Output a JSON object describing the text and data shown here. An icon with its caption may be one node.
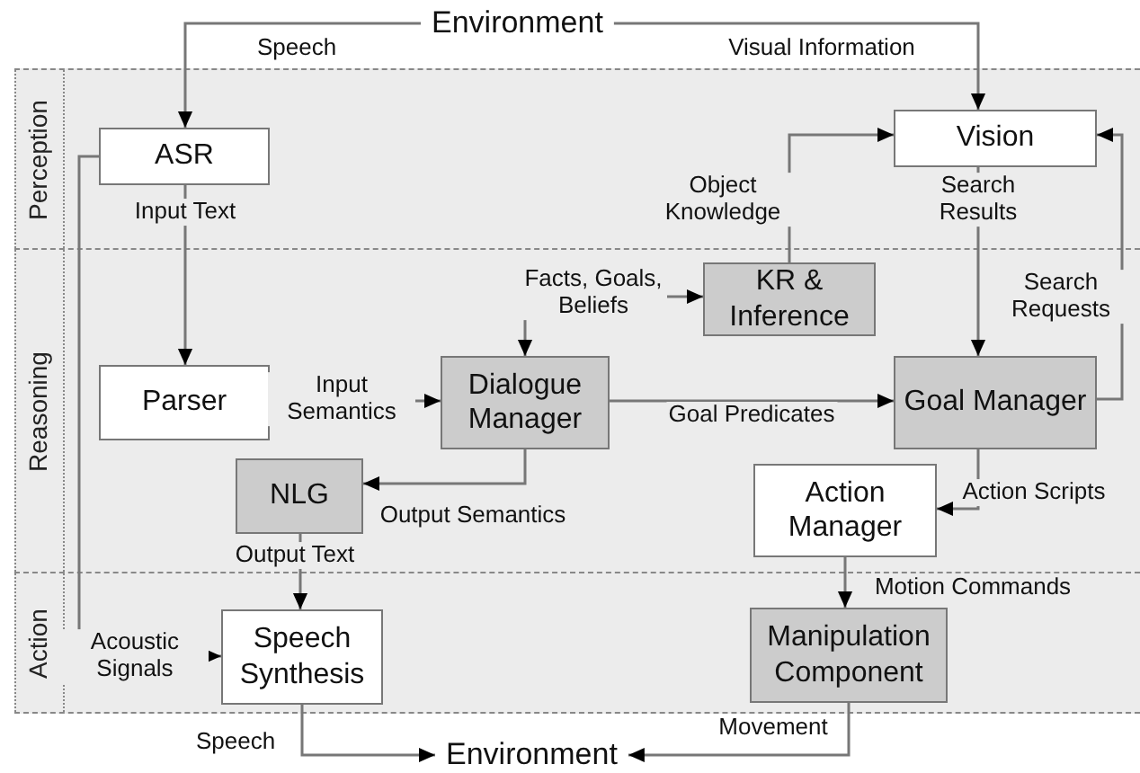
{
  "diagram": {
    "nodes": [
      {
        "text": [
          "Environment"
        ]
      },
      {
        "text": [
          "Perception"
        ]
      },
      {
        "text": [
          "ASR"
        ],
        "in": 1
      },
      {
        "text": [
          "Vision"
        ],
        "in": 1
      },
      {
        "text": [
          "Reasoning"
        ]
      },
      {
        "text": [
          "KR & Inference"
        ],
        "in": 4
      },
      {
        "text": [
          "Parser"
        ],
        "in": 4
      },
      {
        "text": [
          "Dialogue Manager"
        ],
        "in": 4
      },
      {
        "text": [
          "Goal Manager"
        ],
        "in": 4
      },
      {
        "text": [
          "NLG"
        ],
        "in": 4
      },
      {
        "text": [
          "Action Manager"
        ],
        "in": 4
      },
      {
        "text": [
          "Action"
        ]
      },
      {
        "text": [
          "Speech Synthesis"
        ],
        "in": 11
      },
      {
        "text": [
          "Manipulation Component"
        ],
        "in": 11
      },
      {
        "text": [
          "Environment"
        ]
      }
    ],
    "edges": [
      {
        "from": 0,
        "to": 2,
        "arrow": "to",
        "label": "Speech"
      },
      {
        "from": 0,
        "to": 3,
        "arrow": "to",
        "label": "Visual Information"
      },
      {
        "from": 2,
        "to": 6,
        "arrow": "to",
        "label": "Input Text"
      },
      {
        "from": 2,
        "to": 12,
        "arrow": "to",
        "label": "Acoustic Signals"
      },
      {
        "from": 6,
        "to": 7,
        "arrow": "to",
        "label": "Input Semantics"
      },
      {
        "from": 7,
        "to": 5,
        "arrow": "both",
        "label": "Facts, Goals, Beliefs"
      },
      {
        "from": 5,
        "to": 3,
        "arrow": "to",
        "label": "Object Knowledge"
      },
      {
        "from": 3,
        "to": 8,
        "arrow": "to",
        "label": "Search Results"
      },
      {
        "from": 8,
        "to": 3,
        "arrow": "to",
        "label": "Search Requests"
      },
      {
        "from": 7,
        "to": 8,
        "arrow": "to",
        "label": "Goal Predicates"
      },
      {
        "from": 7,
        "to": 9,
        "arrow": "to",
        "label": "Output Semantics"
      },
      {
        "from": 9,
        "to": 12,
        "arrow": "to",
        "label": "Output Text"
      },
      {
        "from": 8,
        "to": 10,
        "arrow": "to",
        "label": "Action Scripts"
      },
      {
        "from": 10,
        "to": 13,
        "arrow": "to",
        "label": "Motion Commands"
      },
      {
        "from": 12,
        "to": 14,
        "arrow": "to",
        "label": "Speech"
      },
      {
        "from": 13,
        "to": 14,
        "arrow": "to",
        "label": "Movement"
      }
    ]
  }
}
